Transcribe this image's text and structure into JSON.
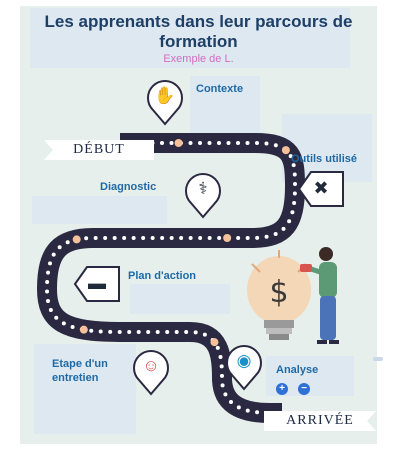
{
  "header": {
    "title": "Les apprenants dans leur parcours de formation",
    "subtitle": "Exemple de L."
  },
  "banners": {
    "start": "DÉBUT",
    "end": "ARRIVÉE"
  },
  "steps": {
    "contexte": "Contexte",
    "outils": "Outils utilisé",
    "diagnostic": "Diagnostic",
    "plan": "Plan d'action",
    "etape": "Etape d'un entretien",
    "analyse": "Analyse"
  },
  "icons": {
    "contexte": "hand-plant-icon",
    "outils": "tools-icon",
    "diagnostic": "stethoscope-icon",
    "plan": "clapperboard-icon",
    "etape": "people-meeting-icon",
    "analyse": "analysis-icon"
  },
  "colors": {
    "road": "#2b2942",
    "road_dots": "#ffffff",
    "road_markers": "#f6c19a",
    "title": "#1e3f66",
    "subtitle": "#d66bc2",
    "labels": "#1f6aa5",
    "background": "#e6efeb"
  },
  "controls": {
    "add": "+",
    "remove": "−"
  }
}
